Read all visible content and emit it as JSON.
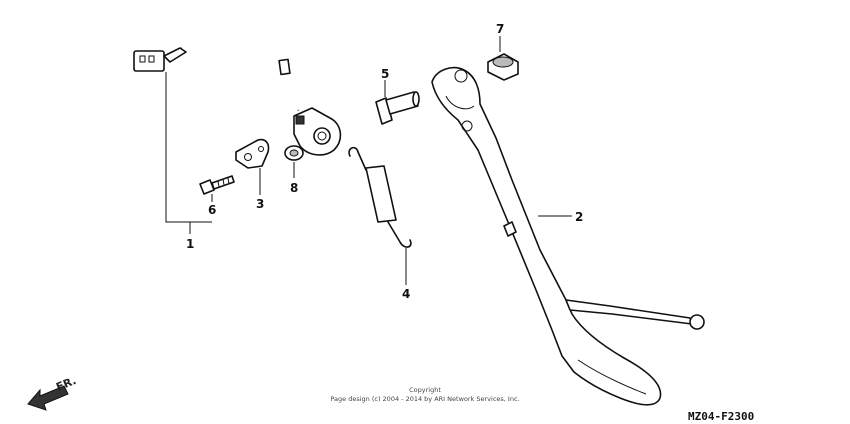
{
  "callouts": {
    "c1": "1",
    "c2": "2",
    "c3": "3",
    "c4": "4",
    "c5": "5",
    "c6": "6",
    "c7": "7",
    "c8": "8"
  },
  "direction_label": "FR.",
  "copyright_line1": "Copyright",
  "copyright_line2": "Page design (c) 2004 - 2014 by ARI Network Services, Inc.",
  "diagram_code": "MZ04-F2300"
}
